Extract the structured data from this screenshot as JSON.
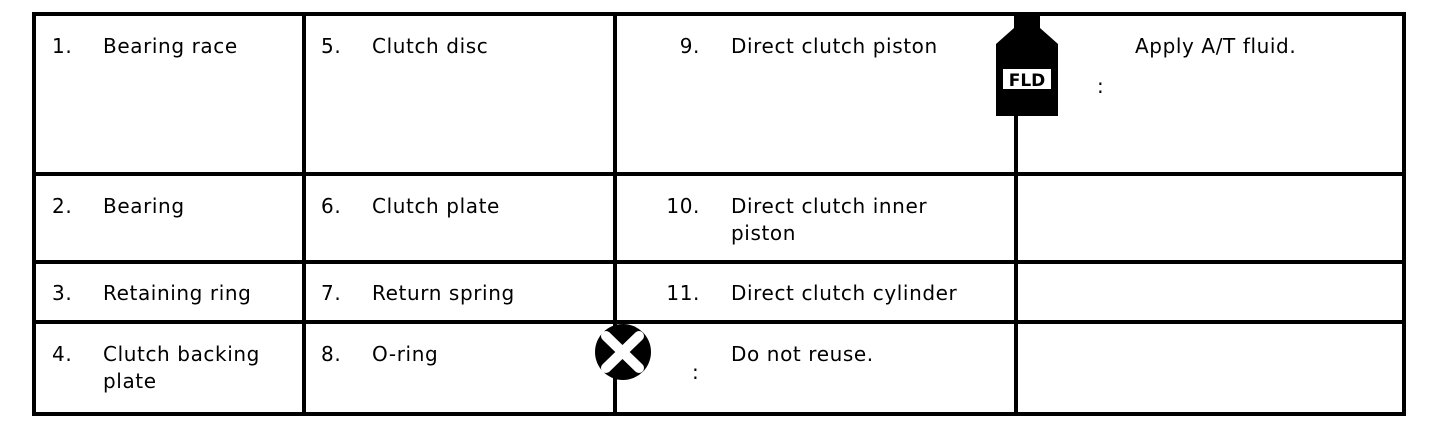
{
  "items": [
    {
      "num": "1.",
      "label": "Bearing race"
    },
    {
      "num": "2.",
      "label": "Bearing"
    },
    {
      "num": "3.",
      "label": "Retaining ring"
    },
    {
      "num": "4.",
      "label_line1": "Clutch backing",
      "label_line2": "plate"
    },
    {
      "num": "5.",
      "label": "Clutch disc"
    },
    {
      "num": "6.",
      "label": "Clutch plate"
    },
    {
      "num": "7.",
      "label": "Return spring"
    },
    {
      "num": "8.",
      "label": "O-ring"
    },
    {
      "num": "9.",
      "label": "Direct clutch piston"
    },
    {
      "num": "10.",
      "label_line1": "Direct clutch inner",
      "label_line2": "piston"
    },
    {
      "num": "11.",
      "label": "Direct clutch cylinder"
    }
  ],
  "symbols": {
    "fluid": {
      "icon": "fluid-bottle-icon",
      "icon_text": "FLD",
      "colon": ":",
      "text": "Apply A/T fluid."
    },
    "reuse": {
      "icon": "do-not-reuse-icon",
      "colon": ":",
      "text": "Do not reuse."
    }
  }
}
